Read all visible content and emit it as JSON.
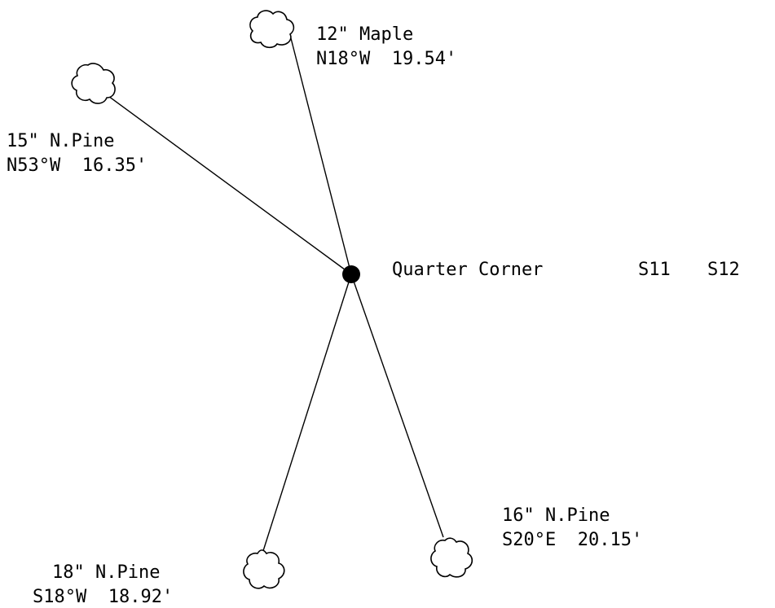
{
  "corner": {
    "label": "Quarter Corner",
    "sections": [
      "S11",
      "S12"
    ]
  },
  "witness_trees": [
    {
      "id": "maple-12",
      "size_species": "12\" Maple",
      "bearing_distance": "N18°W  19.54'"
    },
    {
      "id": "pine-15",
      "size_species": "15\" N.Pine",
      "bearing_distance": "N53°W  16.35'"
    },
    {
      "id": "pine-16",
      "size_species": "16\" N.Pine",
      "bearing_distance": "S20°E  20.15'"
    },
    {
      "id": "pine-18",
      "size_species": "18\" N.Pine",
      "bearing_distance": "S18°W  18.92'"
    }
  ],
  "colors": {
    "ink": "#000000",
    "paper": "#ffffff"
  }
}
